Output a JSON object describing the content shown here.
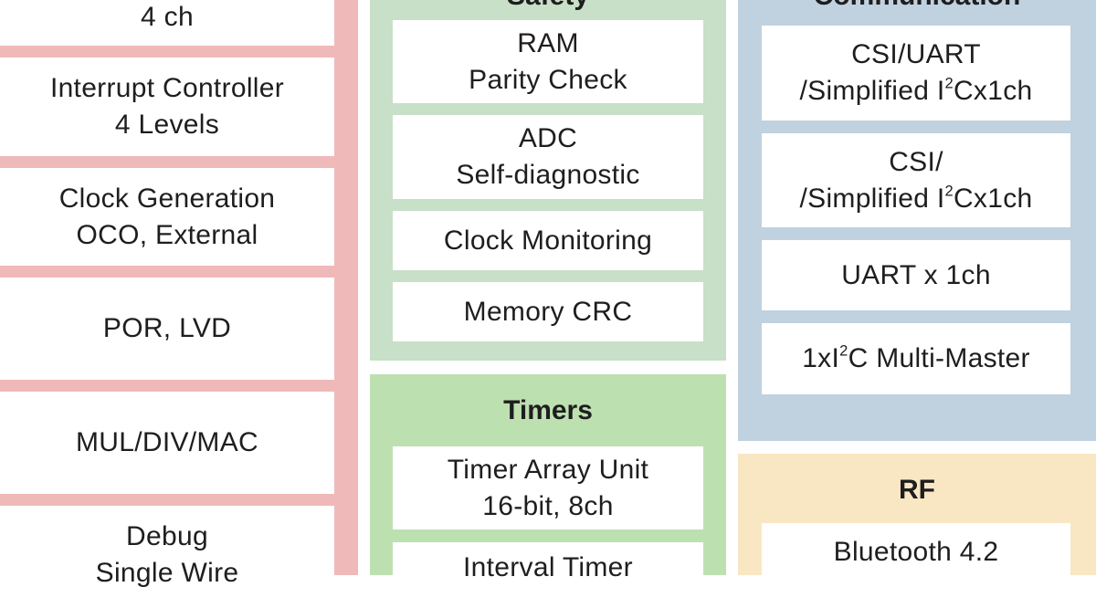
{
  "left_column": {
    "blocks": [
      {
        "lines": [
          "4 ch"
        ]
      },
      {
        "lines": [
          "Interrupt Controller",
          "4 Levels"
        ]
      },
      {
        "lines": [
          "Clock Generation",
          "OCO, External"
        ]
      },
      {
        "lines": [
          "POR, LVD"
        ]
      },
      {
        "lines": [
          "MUL/DIV/MAC"
        ]
      },
      {
        "lines": [
          "Debug",
          "Single Wire"
        ]
      }
    ]
  },
  "safety": {
    "heading": "Safety",
    "blocks": [
      {
        "lines": [
          "RAM",
          "Parity Check"
        ]
      },
      {
        "lines": [
          "ADC",
          "Self-diagnostic"
        ]
      },
      {
        "lines": [
          "Clock Monitoring"
        ]
      },
      {
        "lines": [
          "Memory CRC"
        ]
      }
    ]
  },
  "timers": {
    "heading": "Timers",
    "blocks": [
      {
        "lines": [
          "Timer Array Unit",
          "16-bit, 8ch"
        ]
      },
      {
        "lines": [
          "Interval Timer"
        ]
      }
    ]
  },
  "communication": {
    "heading": "Communication",
    "blocks": [
      {
        "line1": "CSI/UART",
        "line2_pre": "/Simplified I",
        "line2_sup": "2",
        "line2_post": "Cx1ch"
      },
      {
        "line1": "CSI/",
        "line2_pre": "/Simplified I",
        "line2_sup": "2",
        "line2_post": "Cx1ch"
      },
      {
        "line1": "UART x 1ch"
      },
      {
        "line1_pre": "1xI",
        "line1_sup": "2",
        "line1_post": "C Multi-Master"
      }
    ]
  },
  "rf": {
    "heading": "RF",
    "blocks": [
      {
        "lines": [
          "Bluetooth 4.2"
        ]
      }
    ]
  },
  "colors": {
    "left_panel": "#f0b9b9",
    "safety_panel": "#c8dfc8",
    "timers_panel": "#bde0b0",
    "communication_panel": "#c0d1df",
    "rf_panel": "#f9e7c4",
    "box": "#ffffff",
    "text": "#1e1e1e"
  }
}
